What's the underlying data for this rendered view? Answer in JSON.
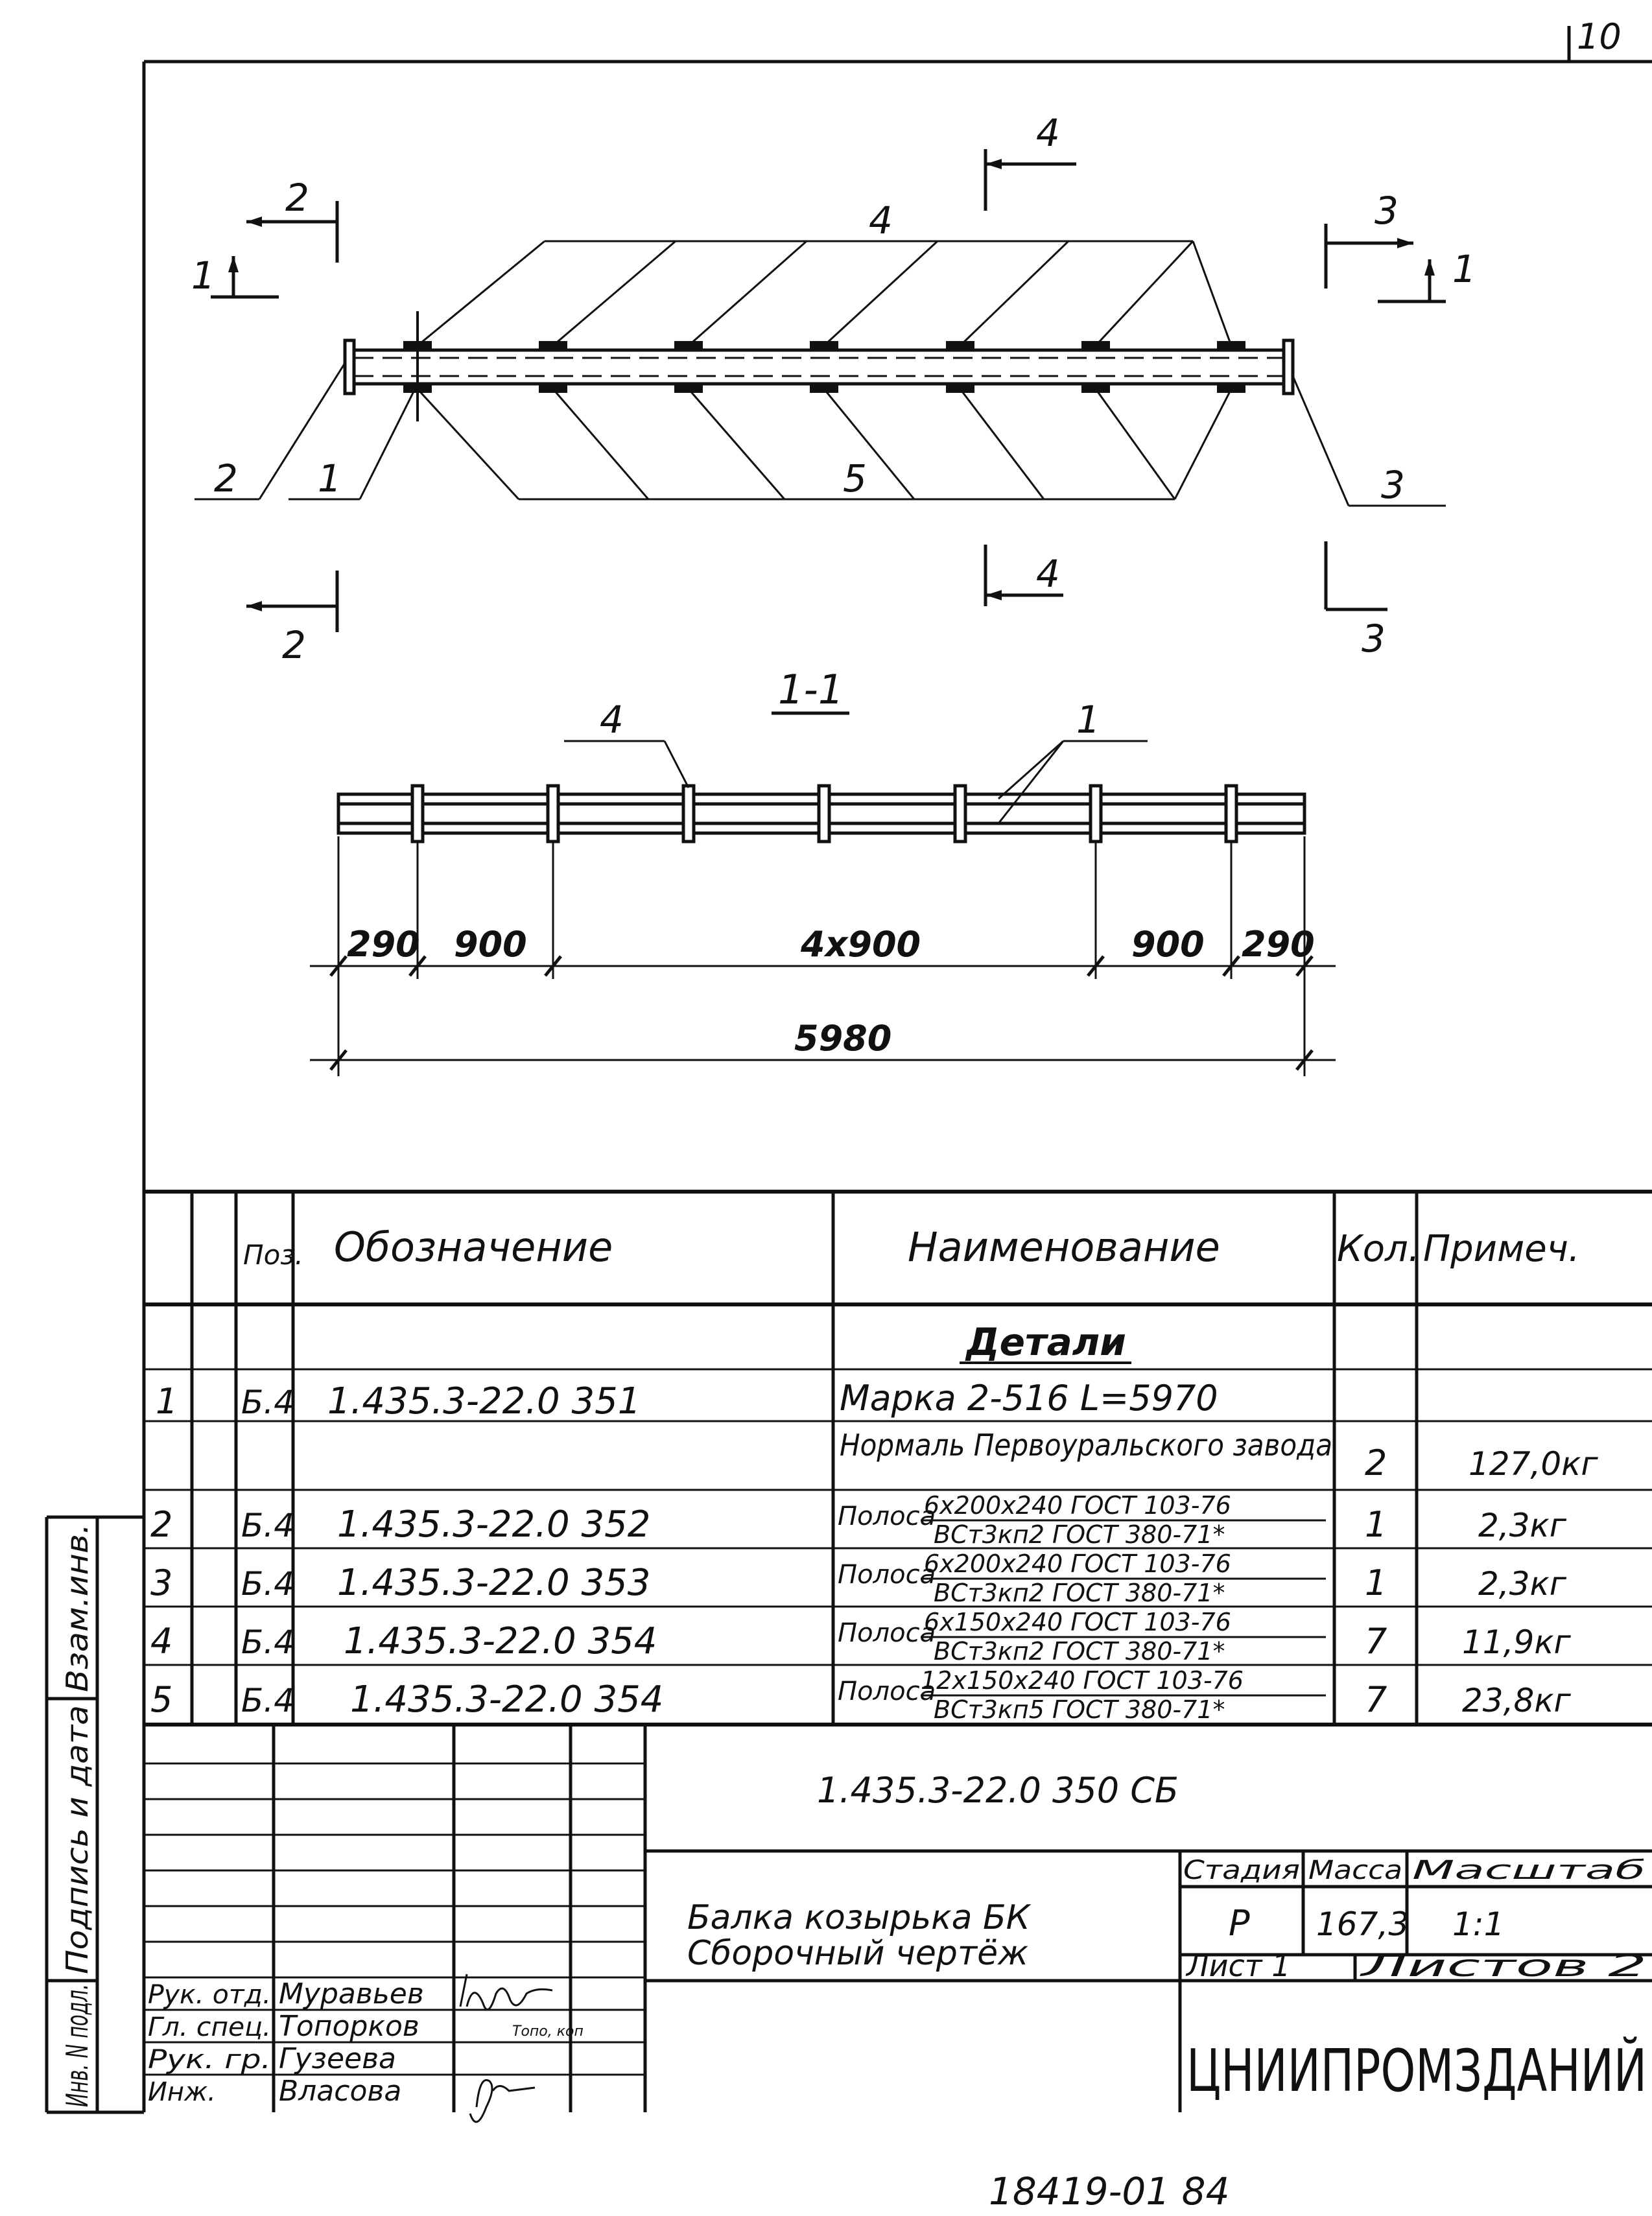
{
  "corner_number": "10",
  "drawing": {
    "sections": {
      "s1": "1",
      "s2": "2",
      "s3": "3",
      "s4": "4"
    },
    "positions": {
      "p1": "1",
      "p2": "2",
      "p3": "3",
      "p4": "4",
      "p5": "5"
    },
    "section_title": "1-1",
    "dimensions": {
      "d_290_left": "290",
      "d_900_left": "900",
      "d_middle": "4x900",
      "d_900_right": "900",
      "d_290_right": "290",
      "d_total": "5980"
    }
  },
  "spec_table": {
    "headers": {
      "pos": "Поз.",
      "designation": "Обозначение",
      "name": "Наименование",
      "qty": "Кол.",
      "note": "Примеч."
    },
    "section_heading": "Детали",
    "rows": [
      {
        "num": "1",
        "fmt": "Б.4",
        "designation": "1.435.3-22.0 351",
        "name": "Марка 2-516 L=5970",
        "qty": "",
        "note": ""
      },
      {
        "num": "",
        "fmt": "",
        "designation": "",
        "name": "Нормаль Первоуральского завода",
        "qty": "2",
        "note": "127,0кг"
      },
      {
        "num": "2",
        "fmt": "Б.4",
        "designation": "1.435.3-22.0 352",
        "name_prefix": "Полоса",
        "name_top": "6х200х240 ГОСТ 103-76",
        "name_bottom": "ВСт3кп2 ГОСТ 380-71*",
        "qty": "1",
        "note": "2,3кг"
      },
      {
        "num": "3",
        "fmt": "Б.4",
        "designation": "1.435.3-22.0 353",
        "name_prefix": "Полоса",
        "name_top": "6х200х240 ГОСТ 103-76",
        "name_bottom": "ВСт3кп2 ГОСТ 380-71*",
        "qty": "1",
        "note": "2,3кг"
      },
      {
        "num": "4",
        "fmt": "Б.4",
        "designation": "1.435.3-22.0 354",
        "name_prefix": "Полоса",
        "name_top": "6х150х240 ГОСТ 103-76",
        "name_bottom": "ВСт3кп2 ГОСТ 380-71*",
        "qty": "7",
        "note": "11,9кг"
      },
      {
        "num": "5",
        "fmt": "Б.4",
        "designation": "1.435.3-22.0 354",
        "name_prefix": "Полоса",
        "name_top": "12х150х240 ГОСТ 103-76",
        "name_bottom": "ВСт3кп5 ГОСТ 380-71*",
        "qty": "7",
        "note": "23,8кг"
      }
    ]
  },
  "side_labels": {
    "inv_orig": "Инв. N подл.",
    "sign_date": "Подпись и дата",
    "replace": "Взам.инв."
  },
  "title_block": {
    "doc_code": "1.435.3-22.0 350 СБ",
    "title_line1": "Балка козырька БК",
    "title_line2": "Сборочный чертёж",
    "stage_label": "Стадия",
    "mass_label": "Масса",
    "scale_label": "Масштаб",
    "stage": "Р",
    "mass": "167,3",
    "scale": "1:1",
    "sheet": "Лист 1",
    "sheets": "Листов 2",
    "org": "ЦНИИПРОМЗДАНИЙ",
    "staff": [
      {
        "role": "Рук. отд.",
        "name": "Муравьев"
      },
      {
        "role": "Гл. спец.",
        "name": "Топорков"
      },
      {
        "role": "Рук. гр.",
        "name": "Гузеева"
      },
      {
        "role": "Инж.",
        "name": "Власова"
      }
    ],
    "signature_note": "Топо, коп"
  },
  "footer_number": "18419-01 84"
}
